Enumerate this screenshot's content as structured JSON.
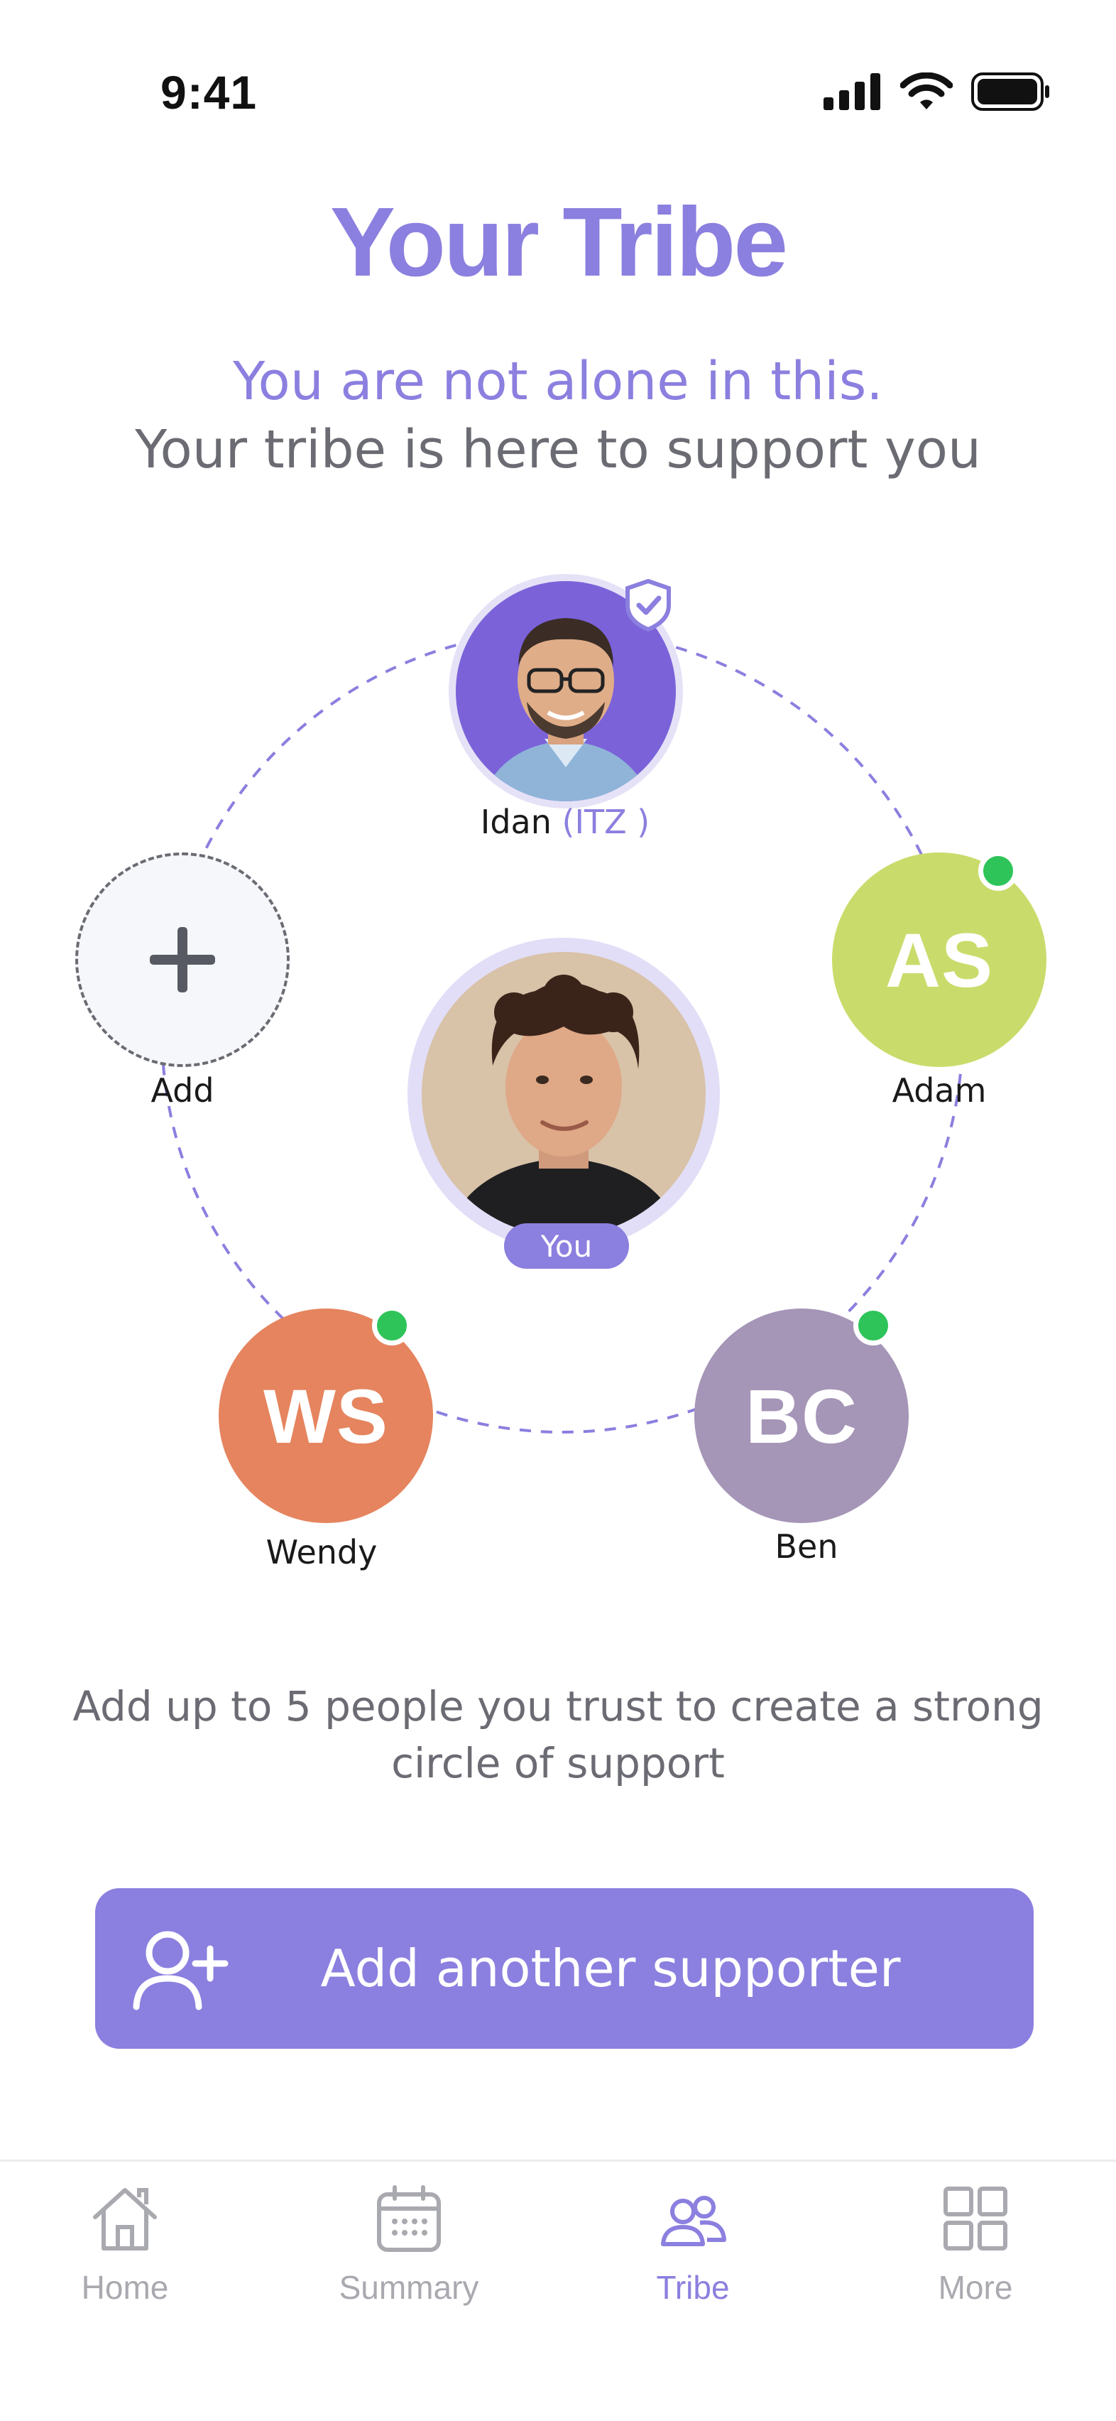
{
  "status": {
    "time": "9:41"
  },
  "header": {
    "title": "Your Tribe",
    "subtitle_line1": "You are not alone in this.",
    "subtitle_line2": "Your tribe is here to support you"
  },
  "tribe": {
    "top": {
      "name": "Idan",
      "tag": "(ITZ )"
    },
    "add": {
      "label": "Add"
    },
    "adam": {
      "initials": "AS",
      "name": "Adam",
      "color": "#c9dc6b"
    },
    "wendy": {
      "initials": "WS",
      "name": "Wendy",
      "color": "#e5845e"
    },
    "ben": {
      "initials": "BC",
      "name": "Ben",
      "color": "#a595b7"
    },
    "center": {
      "badge": "You"
    }
  },
  "helper_text": "Add up to 5 people you trust to create a strong circle of support",
  "cta": {
    "label": "Add another supporter"
  },
  "tabs": [
    {
      "label": "Home",
      "icon": "home-icon"
    },
    {
      "label": "Summary",
      "icon": "calendar-icon"
    },
    {
      "label": "Tribe",
      "icon": "people-icon",
      "active": true
    },
    {
      "label": "More",
      "icon": "grid-icon"
    }
  ],
  "colors": {
    "accent": "#8b7fdf",
    "online": "#2ec45a"
  }
}
